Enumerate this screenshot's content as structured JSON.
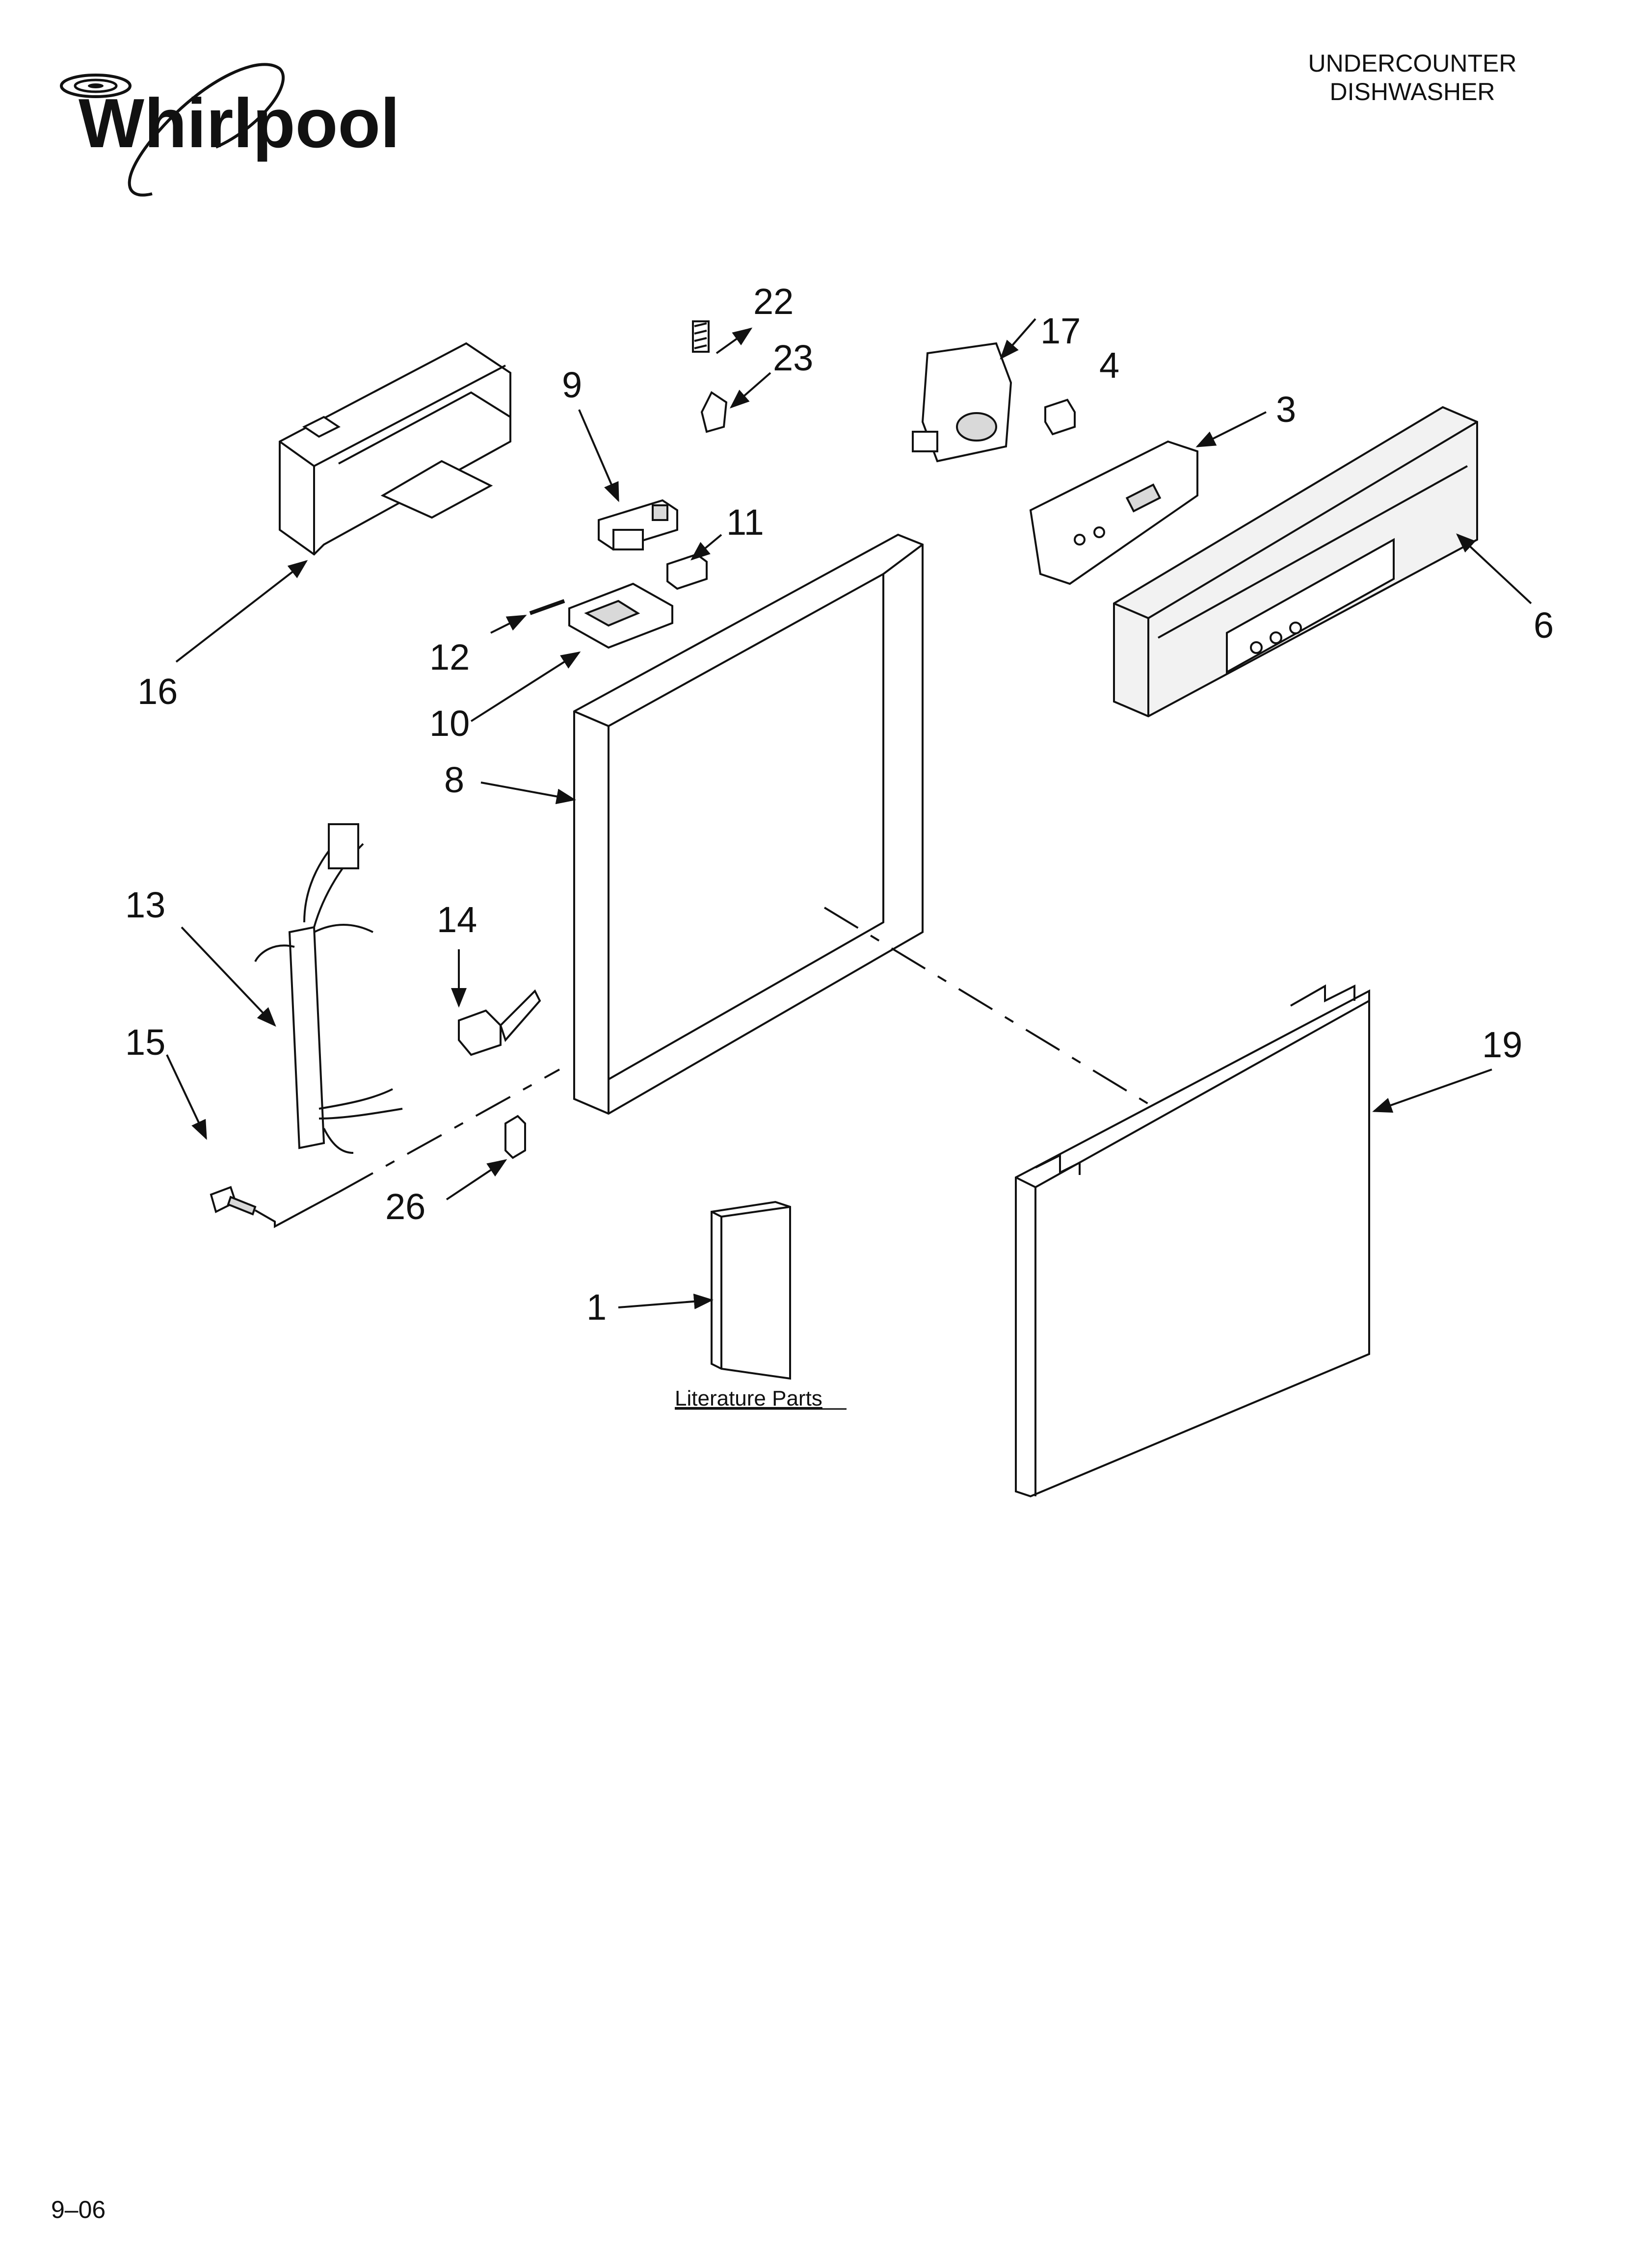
{
  "header": {
    "brand_logo_text": "Whirlpool",
    "title_line1": "UNDERCOUNTER",
    "title_line2": "DISHWASHER"
  },
  "footer": {
    "revision": "9–06"
  },
  "literature_parts_label": "Literature Parts",
  "callouts": {
    "c1": "1",
    "c3": "3",
    "c4": "4",
    "c6": "6",
    "c8": "8",
    "c9": "9",
    "c10": "10",
    "c11": "11",
    "c12": "12",
    "c13": "13",
    "c14": "14",
    "c15": "15",
    "c16": "16",
    "c17": "17",
    "c19": "19",
    "c22": "22",
    "c23": "23",
    "c26": "26"
  },
  "colors": {
    "ink": "#111111",
    "paper": "#ffffff",
    "panel_fill": "#f2f2f2",
    "shade": "#d9d9d9"
  }
}
